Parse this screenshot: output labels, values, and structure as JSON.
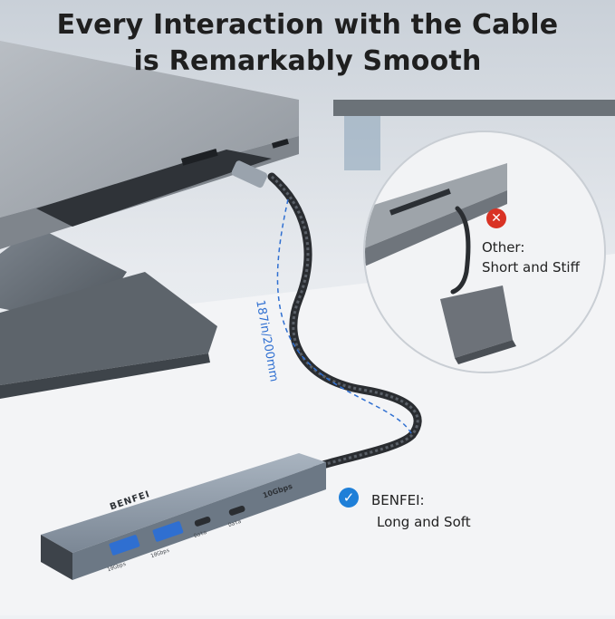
{
  "headline": {
    "line1": "Every Interaction with the Cable",
    "line2": "is Remarkably Smooth"
  },
  "callouts": {
    "other": {
      "line1": "Other:",
      "line2": "Short and Stiff",
      "badge_icon": "x-mark-icon",
      "badge_color": "#d93224"
    },
    "benfei": {
      "line1": "BENFEI:",
      "line2": "Long and Soft",
      "badge_icon": "check-icon",
      "badge_color": "#1e7fd8"
    }
  },
  "cable": {
    "length_label": "187in/200mm"
  },
  "hub": {
    "brand": "BENFEI",
    "speed_badge": "10Gbps",
    "ports": [
      {
        "type": "USB-A",
        "label": "10Gbps"
      },
      {
        "type": "USB-A",
        "label": "10Gbps"
      },
      {
        "type": "USB-C",
        "label": "Data"
      },
      {
        "type": "USB-C",
        "label": "Data"
      }
    ]
  },
  "colors": {
    "accent_blue": "#2f6fd1",
    "hub_body": "#8d9aa7",
    "laptop_body": "#a7adb3"
  }
}
